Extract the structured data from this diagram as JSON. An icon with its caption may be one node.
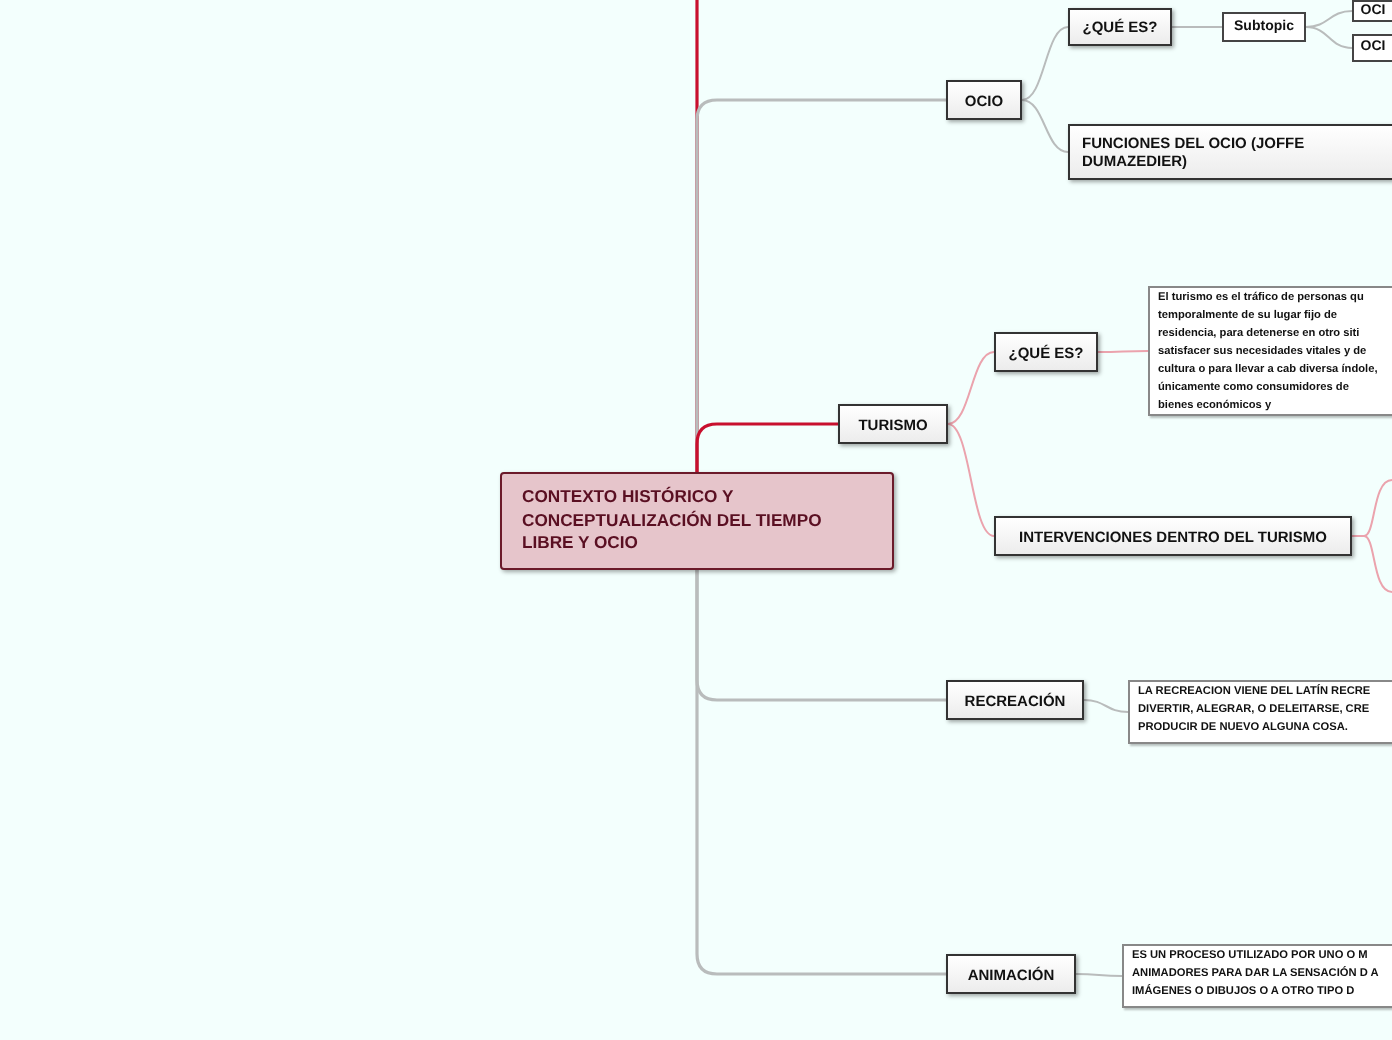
{
  "diagram": {
    "nodes": [
      {
        "text": [
          "CONTEXTO HISTÓRICO Y CONCEPTUALIZACIÓN DEL TIEMPO LIBRE Y OCIO"
        ]
      },
      {
        "text": [
          "OCIO"
        ]
      },
      {
        "text": [
          "¿QUÉ ES?"
        ]
      },
      {
        "text": [
          "Subtopic"
        ]
      },
      {
        "text": [
          "OCI"
        ]
      },
      {
        "text": [
          "OCI"
        ]
      },
      {
        "text": [
          "FUNCIONES DEL OCIO (JOFFE DUMAZEDIER)"
        ]
      },
      {
        "text": [
          "TURISMO"
        ]
      },
      {
        "text": [
          "¿QUÉ ES?"
        ]
      },
      {
        "text": [
          "El turismo es el tráfico de personas qu temporalmente de su lugar fijo de residencia, para detenerse en otro siti satisfacer sus necesidades vitales y de cultura o para llevar a cab diversa índole, únicamente como consumidores de bienes económicos y"
        ]
      },
      {
        "text": [
          "INTERVENCIONES DENTRO DEL TURISMO"
        ]
      },
      {
        "text": [
          "RECREACIÓN"
        ]
      },
      {
        "text": [
          "LA RECREACION VIENE DEL LATÍN RECRE DIVERTIR, ALEGRAR, O DELEITARSE, CRE PRODUCIR DE NUEVO ALGUNA COSA."
        ]
      },
      {
        "text": [
          "ANIMACIÓN"
        ]
      },
      {
        "text": [
          "ES UN PROCESO UTILIZADO POR UNO O M ANIMADORES PARA DAR LA SENSACIÓN D A IMÁGENES O DIBUJOS O A OTRO TIPO D"
        ]
      }
    ],
    "edges": [
      {
        "from": 0,
        "to": null,
        "arrow": "none",
        "color": "#c8102e"
      },
      {
        "from": 0,
        "to": 1,
        "arrow": "none"
      },
      {
        "from": 1,
        "to": 2,
        "arrow": "none"
      },
      {
        "from": 2,
        "to": 3,
        "arrow": "none"
      },
      {
        "from": 3,
        "to": 4,
        "arrow": "none"
      },
      {
        "from": 3,
        "to": 5,
        "arrow": "none"
      },
      {
        "from": 1,
        "to": 6,
        "arrow": "none"
      },
      {
        "from": 0,
        "to": 7,
        "arrow": "none",
        "color": "#c8102e"
      },
      {
        "from": 7,
        "to": 8,
        "arrow": "none",
        "color": "#eba3ad"
      },
      {
        "from": 8,
        "to": 9,
        "arrow": "none",
        "color": "#eba3ad"
      },
      {
        "from": 7,
        "to": 10,
        "arrow": "none",
        "color": "#eba3ad"
      },
      {
        "from": 10,
        "to": null,
        "arrow": "none",
        "color": "#eba3ad"
      },
      {
        "from": 10,
        "to": null,
        "arrow": "none",
        "color": "#eba3ad"
      },
      {
        "from": 0,
        "to": 11,
        "arrow": "none"
      },
      {
        "from": 11,
        "to": 12,
        "arrow": "none"
      },
      {
        "from": 0,
        "to": 13,
        "arrow": "none"
      },
      {
        "from": 13,
        "to": 14,
        "arrow": "none"
      }
    ]
  }
}
